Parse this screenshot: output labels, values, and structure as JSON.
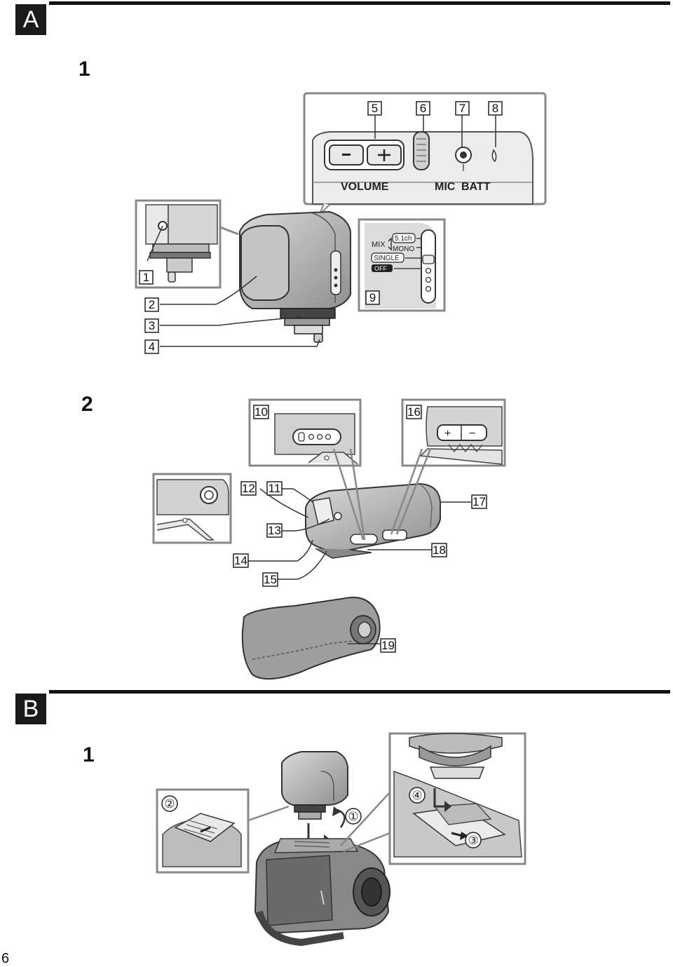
{
  "sections": {
    "a": {
      "label": "A"
    },
    "b": {
      "label": "B"
    }
  },
  "steps": {
    "a1": "1",
    "a2": "2",
    "b1": "1"
  },
  "callouts": [
    "1",
    "2",
    "3",
    "4",
    "5",
    "6",
    "7",
    "8",
    "9",
    "10",
    "11",
    "12",
    "13",
    "14",
    "15",
    "16",
    "17",
    "18",
    "19"
  ],
  "panel_labels": {
    "volume": "VOLUME",
    "mic": "MIC",
    "batt": "BATT",
    "mix": "MIX",
    "ch51": "5.1ch",
    "mono": "MONO",
    "single": "SINGLE",
    "off": "OFF",
    "plus": "+",
    "minus": "−"
  },
  "steps_circled": {
    "c1": "①",
    "c2": "②",
    "c3": "③",
    "c4": "④"
  },
  "page_number": "6"
}
